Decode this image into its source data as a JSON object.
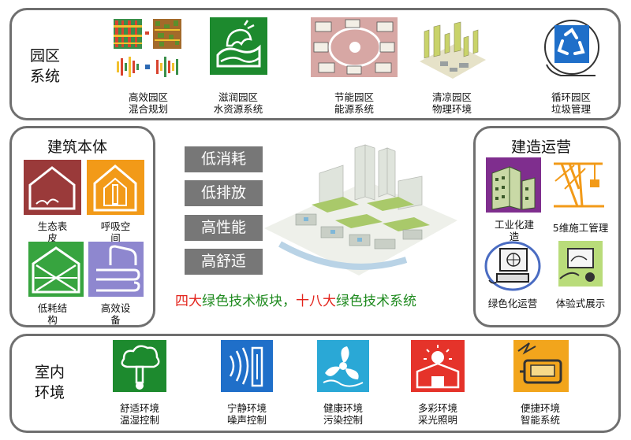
{
  "top": {
    "title_lines": [
      "园区",
      "系统"
    ],
    "items": [
      {
        "lines": [
          "高效园区",
          "混合规划"
        ],
        "icon": "mixed-planning-grid-icon"
      },
      {
        "lines": [
          "滋润园区",
          "水资源系统"
        ],
        "icon": "water-resource-icon"
      },
      {
        "lines": [
          "节能园区",
          "能源系统"
        ],
        "icon": "energy-network-icon"
      },
      {
        "lines": [
          "清凉园区",
          "物理环境"
        ],
        "icon": "city-model-icon"
      },
      {
        "lines": [
          "循环园区",
          "垃圾管理"
        ],
        "icon": "recycle-icon"
      }
    ]
  },
  "left": {
    "title": "建筑本体",
    "items": [
      {
        "lines": [
          "生态表",
          "皮"
        ],
        "icon": "eco-skin-house-icon"
      },
      {
        "lines": [
          "呼吸空",
          "间"
        ],
        "icon": "breathing-space-icon"
      },
      {
        "lines": [
          "低耗结",
          "构"
        ],
        "icon": "low-energy-structure-icon"
      },
      {
        "lines": [
          "高效设",
          "备"
        ],
        "icon": "equipment-pipes-icon"
      }
    ]
  },
  "center": {
    "tags": [
      "低消耗",
      "低排放",
      "高性能",
      "高舒适"
    ],
    "slogan": {
      "p1": "四大",
      "p2": "绿色技术板块，",
      "p3": "十八大",
      "p4": "绿色技术系统"
    }
  },
  "right": {
    "title": "建造运营",
    "items": [
      {
        "lines": [
          "工业化建",
          "造"
        ],
        "icon": "industrial-building-icon"
      },
      {
        "lines": [
          "5维施工管理"
        ],
        "icon": "crane-icon"
      },
      {
        "lines": [
          "绿色化运营"
        ],
        "icon": "computer-operation-icon"
      },
      {
        "lines": [
          "体验式展示"
        ],
        "icon": "experience-display-icon"
      }
    ]
  },
  "bottom": {
    "title_lines": [
      "室内",
      "环境"
    ],
    "items": [
      {
        "lines": [
          "舒适环境",
          "温湿控制"
        ],
        "icon": "thermometer-cloud-icon"
      },
      {
        "lines": [
          "宁静环境",
          "噪声控制"
        ],
        "icon": "noise-control-icon"
      },
      {
        "lines": [
          "健康环境",
          "污染控制"
        ],
        "icon": "fan-icon"
      },
      {
        "lines": [
          "多彩环境",
          "采光照明"
        ],
        "icon": "sun-house-icon"
      },
      {
        "lines": [
          "便捷环境",
          "智能系统"
        ],
        "icon": "smart-device-icon"
      }
    ]
  },
  "colors": {
    "border": "#6f6f6f",
    "tag_bg": "#777777",
    "red": "#e3231b",
    "green": "#1e8a1e",
    "icon_green": "#1d8a2e",
    "icon_blue": "#1f6fc9",
    "icon_orange": "#f29a18",
    "icon_brown": "#9a3a3a",
    "icon_purple": "#8e87cf"
  }
}
